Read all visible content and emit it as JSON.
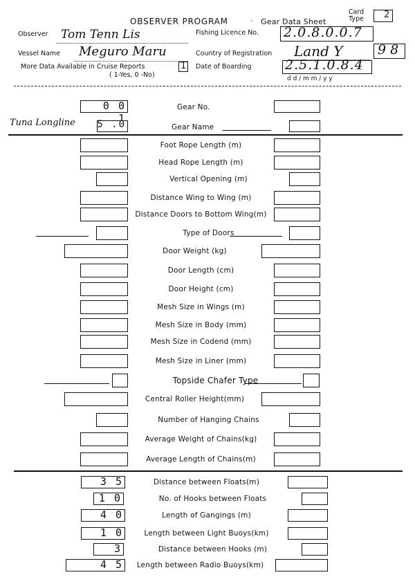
{
  "header": {
    "title": "OBSERVER   PROGRAM",
    "sheet": "Gear Data Sheet",
    "card_type_label": "Card Type",
    "card_type_value": "2"
  },
  "observer": {
    "label": "Observer",
    "value": "Tom Tenn Lis"
  },
  "licence": {
    "label": "Fishing Licence No.",
    "value": "2.0.8.0.0.7"
  },
  "vessel": {
    "label": "Vessel Name",
    "value": "Meguro Maru"
  },
  "country": {
    "label": "Country of Registration",
    "value": "Land Y",
    "code": "9 8"
  },
  "more_data": {
    "label": "More Data Available in Cruise Reports",
    "hint": "( 1-Yes, 0 -No)",
    "value": "1"
  },
  "boarding": {
    "label": "Date of Boarding",
    "value": "2.5.1.0.8.4",
    "format": "d  d / m  m / y  y"
  },
  "gear_no": {
    "label": "Gear No.",
    "value": "0 0 .1"
  },
  "gear_name": {
    "label": "Gear Name",
    "value": "5 .0",
    "note": "Tuna Longline"
  },
  "fields": [
    {
      "label": "Foot Rope Length (m)"
    },
    {
      "label": "Head Rope Length (m)"
    },
    {
      "label": "Vertical Opening (m)"
    },
    {
      "label": "Distance Wing to Wing (m)"
    },
    {
      "label": "Distance Doors to Bottom Wing(m)"
    },
    {
      "label": "Type of Doors"
    },
    {
      "label": "Door Weight (kg)"
    },
    {
      "label": "Door Length (cm)"
    },
    {
      "label": "Door Height (cm)"
    },
    {
      "label": "Mesh Size in Wings (m)"
    },
    {
      "label": "Mesh Size in Body (mm)"
    },
    {
      "label": "Mesh Size in Codend (mm)"
    },
    {
      "label": "Mesh Size in Liner (mm)"
    },
    {
      "label": "Topside Chafer Type"
    },
    {
      "label": "Central Roller Height(mm)"
    },
    {
      "label": "Number of Hanging Chains"
    },
    {
      "label": "Average Weight of Chains(kg)"
    },
    {
      "label": "Average Length of Chains(m)"
    }
  ],
  "longline": [
    {
      "label": "Distance between Floats(m)",
      "value": "3 5"
    },
    {
      "label": "No. of Hooks between Floats",
      "value": "1 0"
    },
    {
      "label": "Length of Gangings (m)",
      "value": "4 0"
    },
    {
      "label": "Length between Light Buoys(km)",
      "value": "1 0"
    },
    {
      "label": "Distance between Hooks (m)",
      "value": "3"
    },
    {
      "label": "Length between Radio Buoys(km)",
      "value": "4 5"
    }
  ]
}
